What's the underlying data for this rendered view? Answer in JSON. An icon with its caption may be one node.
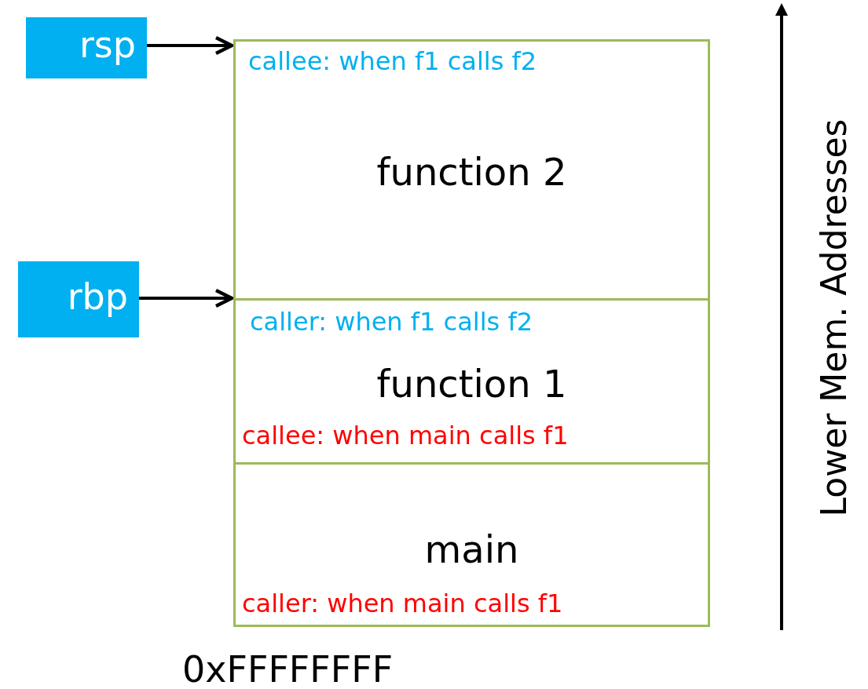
{
  "diagram": {
    "nodes": [
      {
        "text": [
          "rsp"
        ]
      },
      {
        "text": [
          "rbp"
        ]
      },
      {
        "text": [
          "callee: when f1 calls f2",
          "function 2"
        ]
      },
      {
        "text": [
          "caller: when f1 calls f2",
          "function 1",
          "callee: when main calls f1"
        ]
      },
      {
        "text": [
          "main",
          "caller: when main calls f1"
        ]
      }
    ],
    "edges": [
      {
        "from": 0,
        "to": 2,
        "arrow": "to"
      },
      {
        "from": 1,
        "to": 2,
        "arrow": "to"
      }
    ],
    "labels": [
      "0xFFFFFFFF",
      "Lower Mem. Addresses"
    ]
  }
}
